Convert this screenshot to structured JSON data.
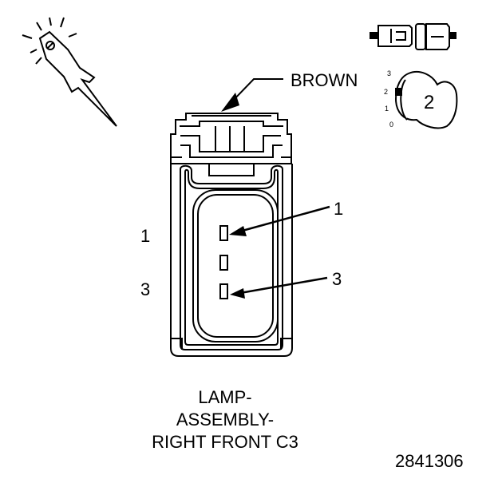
{
  "wire_color_label": "BROWN",
  "pin_labels_left": [
    "1",
    "3"
  ],
  "callouts": [
    "1",
    "3"
  ],
  "view_badge": "2",
  "scale_ticks": [
    "3",
    "2",
    "1",
    "0"
  ],
  "component_title": [
    "LAMP-",
    "ASSEMBLY-",
    "RIGHT FRONT C3"
  ],
  "reference_number": "2841306",
  "icons": [
    "test-probe-icon",
    "connector-halves-icon",
    "view-indicator-icon"
  ]
}
